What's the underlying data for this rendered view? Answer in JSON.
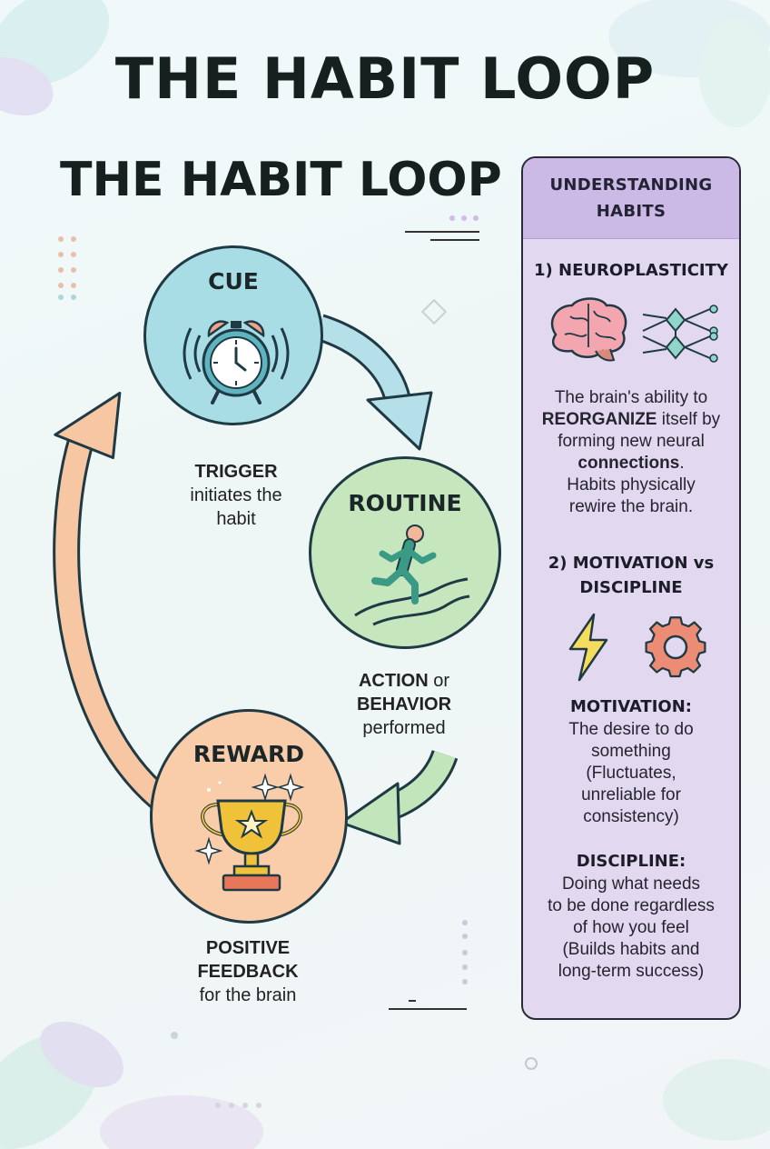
{
  "title": "THE HABIT LOOP",
  "subtitle": "THE HABIT LOOP",
  "loop": {
    "cue": {
      "name": "CUE",
      "icon": "alarm-clock",
      "caption_bold": "TRIGGER",
      "caption_line2": "initiates the",
      "caption_line3": "habit"
    },
    "routine": {
      "name": "ROUTINE",
      "icon": "running-person",
      "caption_bold1": "ACTION",
      "caption_tail1": "or",
      "caption_bold2": "BEHAVIOR",
      "caption_line3": "performed"
    },
    "reward": {
      "name": "REWARD",
      "icon": "trophy",
      "caption_bold1": "POSITIVE",
      "caption_bold2": "FEEDBACK",
      "caption_line3": "for the brain"
    }
  },
  "panel": {
    "heading_line1": "UNDERSTANDING",
    "heading_line2": "HABITS",
    "section1": {
      "title": "1) NEUROPLASTICITY",
      "icons": [
        "brain-icon",
        "neural-network-icon"
      ],
      "l1": "The brain's ability to",
      "l2_bold": "REORGANIZE",
      "l2_rest": "itself by",
      "l3": "forming new neural",
      "l4_bold": "connections",
      "l4_rest": ".",
      "l5": "Habits physically",
      "l6": "rewire the brain."
    },
    "section2": {
      "title_line1": "2) MOTIVATION vs",
      "title_line2": "DISCIPLINE",
      "icons": [
        "lightning-icon",
        "gear-icon"
      ],
      "motivation_label": "MOTIVATION:",
      "motivation_lines": [
        "The desire to do",
        "something",
        "(Fluctuates,",
        "unreliable for",
        "consistency)"
      ],
      "discipline_label": "DISCIPLINE:",
      "discipline_lines": [
        "Doing what needs",
        "to be done regardless",
        "of how you feel",
        "(Builds habits and",
        "long-term success)"
      ]
    }
  },
  "colors": {
    "cue": "#a9dde6",
    "routine": "#c6e6bd",
    "reward": "#f9ccaa",
    "panel": "#e2d8f0",
    "panel_header": "#cbb9e6",
    "arrow_cue": "#b5e0ea",
    "arrow_routine": "#c3e5bb",
    "arrow_reward": "#f7c6a3"
  }
}
